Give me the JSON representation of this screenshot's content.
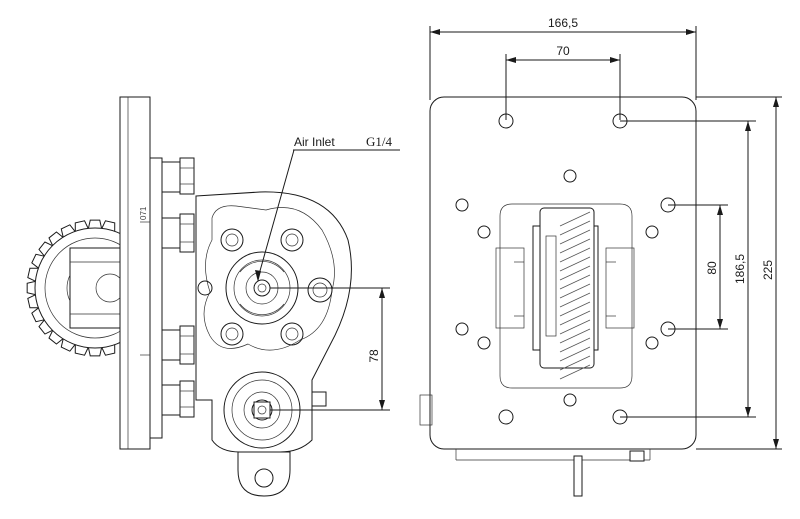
{
  "side_view": {
    "air_inlet_label": "Air Inlet",
    "thread_label": "G1/4",
    "dim_vertical": "78",
    "plate_stamp": "071"
  },
  "front_view": {
    "dim_overall_width": "166,5",
    "dim_hole_spacing_top": "70",
    "dim_hole_spacing_right": "80",
    "dim_hole_pattern_height": "186,5",
    "dim_overall_height": "225"
  }
}
